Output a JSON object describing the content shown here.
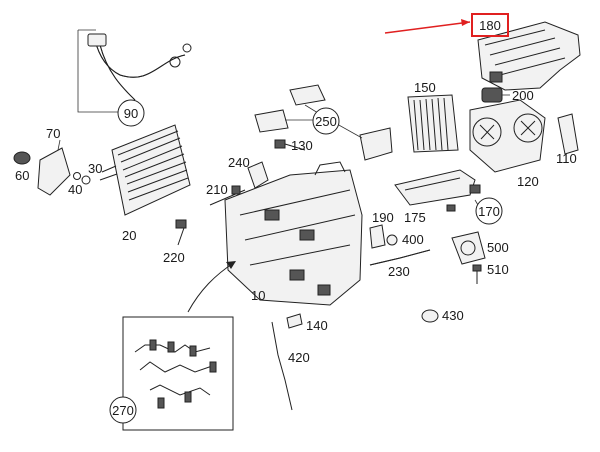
{
  "callouts": {
    "p10": "10",
    "p20": "20",
    "p30": "30",
    "p40": "40",
    "p60": "60",
    "p70": "70",
    "p90": "90",
    "p110": "110",
    "p120": "120",
    "p130": "130",
    "p140": "140",
    "p150": "150",
    "p170": "170",
    "p175": "175",
    "p180": "180",
    "p190": "190",
    "p200": "200",
    "p210": "210",
    "p220": "220",
    "p230": "230",
    "p240": "240",
    "p250": "250",
    "p270": "270",
    "p400": "400",
    "p420": "420",
    "p430": "430",
    "p500": "500",
    "p510": "510"
  },
  "highlight": {
    "color": "#e02020",
    "target": "p180"
  },
  "colors": {
    "line": "#222222",
    "background": "#ffffff"
  }
}
